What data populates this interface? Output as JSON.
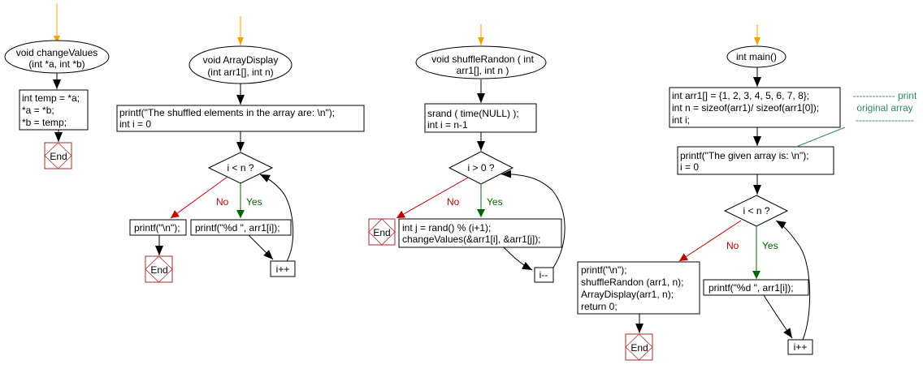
{
  "colors": {
    "start_arrow": "#f5a300",
    "line": "#000000",
    "no_branch": "#c00000",
    "yes_branch": "#006400",
    "end_border": "#a52a2a",
    "note": "#2e8b57"
  },
  "flowcharts": {
    "changeValues": {
      "start": [
        "void changeValues",
        "(int *a, int *b)"
      ],
      "body": [
        "int temp = *a;",
        "*a = *b;",
        "*b = temp;"
      ],
      "end": "End"
    },
    "arrayDisplay": {
      "start": [
        "void ArrayDisplay",
        "(int arr1[], int n)"
      ],
      "init": [
        "printf(\"The shuffled elements in the array are:  \\n\");",
        "int i = 0"
      ],
      "condition": "i < n ?",
      "no_label": "No",
      "yes_label": "Yes",
      "no_action": "printf(\"\\n\");",
      "yes_action": "printf(\"%d \", arr1[i]);",
      "increment": "i++",
      "end": "End"
    },
    "shuffleRandon": {
      "start": [
        "void shuffleRandon ( int",
        "arr1[], int n )"
      ],
      "init": [
        "srand ( time(NULL) );",
        "int i = n-1"
      ],
      "condition": "i > 0 ?",
      "no_label": "No",
      "yes_label": "Yes",
      "yes_action": [
        "int j = rand() % (i+1);",
        "changeValues(&arr1[i], &arr1[j]);"
      ],
      "decrement": "i--",
      "end": "End"
    },
    "main": {
      "start": "int main()",
      "init": [
        "int arr1[] = {1, 2, 3, 4, 5, 6, 7, 8};",
        "int n = sizeof(arr1)/ sizeof(arr1[0]);",
        "int i;"
      ],
      "print_init": [
        "printf(\"The given array is:  \\n\");",
        "i = 0"
      ],
      "note": [
        "------------- print",
        "original array",
        "------------------"
      ],
      "condition": "i < n ?",
      "no_label": "No",
      "yes_label": "Yes",
      "no_action": [
        "printf(\"\\n\");",
        "shuffleRandon (arr1, n);",
        "ArrayDisplay(arr1, n);",
        "return 0;"
      ],
      "yes_action": "printf(\"%d  \", arr1[i]);",
      "increment": "i++",
      "end": "End"
    }
  }
}
